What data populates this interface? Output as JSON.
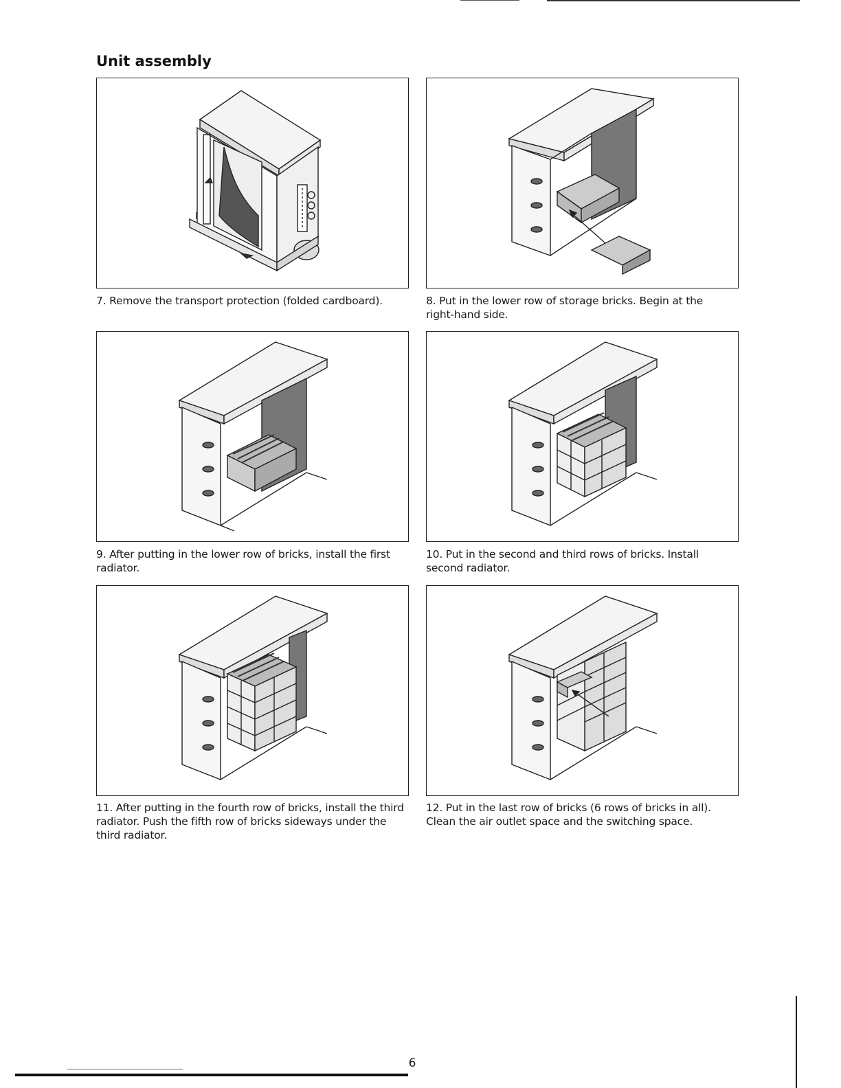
{
  "page": {
    "title": "Unit assembly",
    "page_number": "6"
  },
  "steps": [
    {
      "caption": "7. Remove the transport protection (folded cardboard)."
    },
    {
      "caption": "8. Put in the lower row of storage bricks. Begin at the right-hand side."
    },
    {
      "caption": "9. After putting in the lower row of bricks, install the first radiator."
    },
    {
      "caption": "10. Put in the second and third rows of bricks. Install second radiator."
    },
    {
      "caption": "11. After putting in the fourth row of bricks, install the third radiator. Push the fifth row of bricks sideways under the third radiator."
    },
    {
      "caption": "12. Put in the last row of bricks (6 rows of bricks in all). Clean the air outlet space and the switching space."
    }
  ]
}
